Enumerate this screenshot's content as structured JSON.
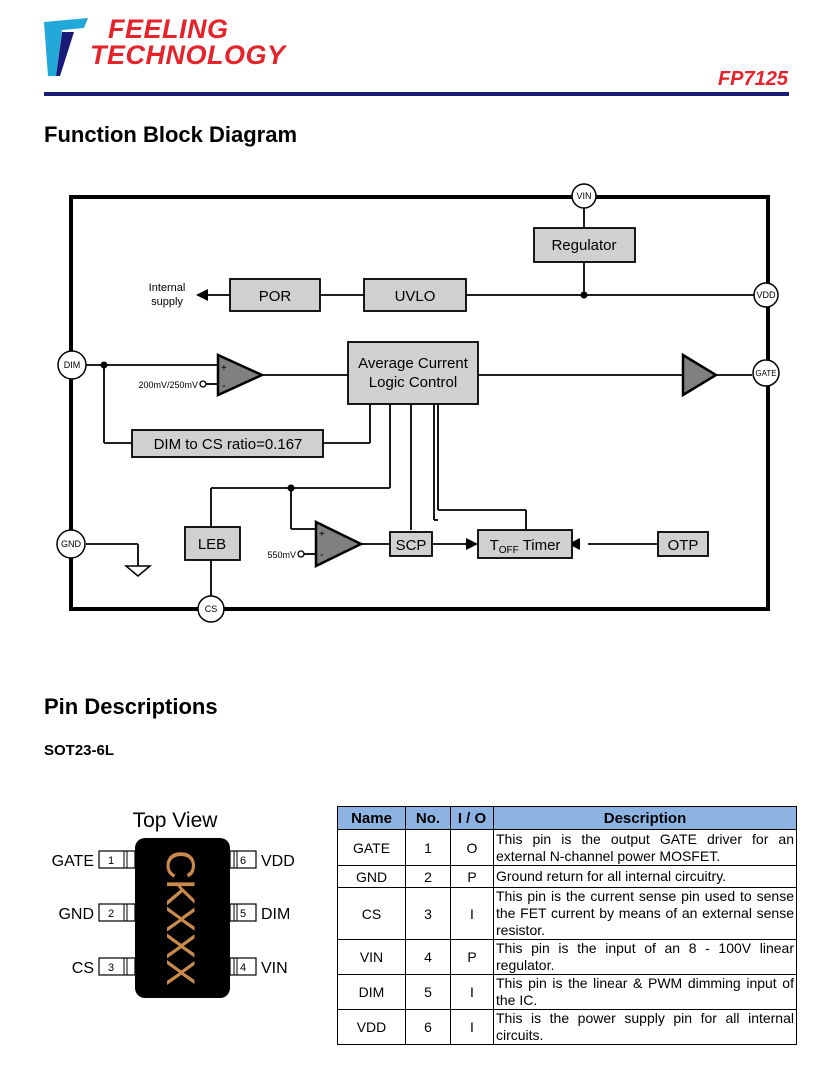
{
  "header": {
    "logo_line1": "FEELING",
    "logo_line2": "TECHNOLOGY",
    "part_number": "FP7125",
    "colors": {
      "brand_red": "#e5232b",
      "rule_navy": "#1a1a7a",
      "logo_cyan": "#22a8d8"
    }
  },
  "section1": {
    "title": "Function Block Diagram"
  },
  "diagram": {
    "pins": {
      "vin": "VIN",
      "vdd": "VDD",
      "dim": "DIM",
      "gate": "GATE",
      "gnd": "GND",
      "cs": "CS"
    },
    "blocks": {
      "regulator": "Regulator",
      "por": "POR",
      "uvlo": "UVLO",
      "avg_line1": "Average Current",
      "avg_line2": "Logic Control",
      "ratio": "DIM to CS ratio=0.167",
      "leb": "LEB",
      "scp": "SCP",
      "toff_t": "T",
      "toff_sub": "OFF",
      "toff_rest": " Timer",
      "otp": "OTP"
    },
    "labels": {
      "internal1": "Internal",
      "internal2": "supply",
      "ref_dim": "200mV/250mV",
      "ref_scp": "550mV",
      "plus": "+",
      "minus": "-"
    }
  },
  "section2": {
    "title": "Pin Descriptions",
    "package": "SOT23-6L"
  },
  "package": {
    "view_title": "Top View",
    "marking": "CKXXX",
    "left_pins": [
      {
        "name": "GATE",
        "num": "1"
      },
      {
        "name": "GND",
        "num": "2"
      },
      {
        "name": "CS",
        "num": "3"
      }
    ],
    "right_pins": [
      {
        "name": "VDD",
        "num": "6"
      },
      {
        "name": "DIM",
        "num": "5"
      },
      {
        "name": "VIN",
        "num": "4"
      }
    ]
  },
  "pin_table": {
    "headers": [
      "Name",
      "No.",
      "I / O",
      "Description"
    ],
    "rows": [
      {
        "name": "GATE",
        "no": "1",
        "io": "O",
        "desc": "This pin is the output GATE driver for an external N-channel power MOSFET."
      },
      {
        "name": "GND",
        "no": "2",
        "io": "P",
        "desc": "Ground return for all internal circuitry."
      },
      {
        "name": "CS",
        "no": "3",
        "io": "I",
        "desc": "This pin is the current sense pin used to sense the FET current by means of an external sense resistor."
      },
      {
        "name": "VIN",
        "no": "4",
        "io": "P",
        "desc": "This pin is the input of an 8 - 100V linear regulator."
      },
      {
        "name": "DIM",
        "no": "5",
        "io": "I",
        "desc": "This pin is the linear & PWM dimming input of the IC."
      },
      {
        "name": "VDD",
        "no": "6",
        "io": "I",
        "desc": "This is the power supply pin for all internal circuits."
      }
    ]
  }
}
